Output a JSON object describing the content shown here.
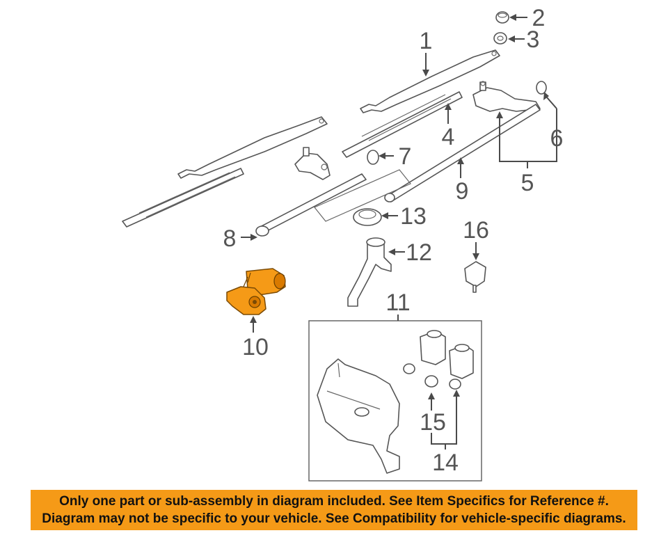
{
  "diagram": {
    "callouts": [
      {
        "id": "1",
        "label": "1"
      },
      {
        "id": "2",
        "label": "2"
      },
      {
        "id": "3",
        "label": "3"
      },
      {
        "id": "4",
        "label": "4"
      },
      {
        "id": "5",
        "label": "5"
      },
      {
        "id": "6",
        "label": "6"
      },
      {
        "id": "7",
        "label": "7"
      },
      {
        "id": "8",
        "label": "8"
      },
      {
        "id": "9",
        "label": "9"
      },
      {
        "id": "10",
        "label": "10"
      },
      {
        "id": "11",
        "label": "11"
      },
      {
        "id": "12",
        "label": "12"
      },
      {
        "id": "13",
        "label": "13"
      },
      {
        "id": "14",
        "label": "14"
      },
      {
        "id": "15",
        "label": "15"
      },
      {
        "id": "16",
        "label": "16"
      }
    ],
    "highlight_color": "#f59a17"
  },
  "notice": {
    "line1": "Only one part or sub-assembly in diagram included. See Item Specifics for Reference #.",
    "line2": "Diagram may not be specific to your vehicle. See Compatibility for vehicle-specific diagrams.",
    "background_color": "#f59a17"
  }
}
